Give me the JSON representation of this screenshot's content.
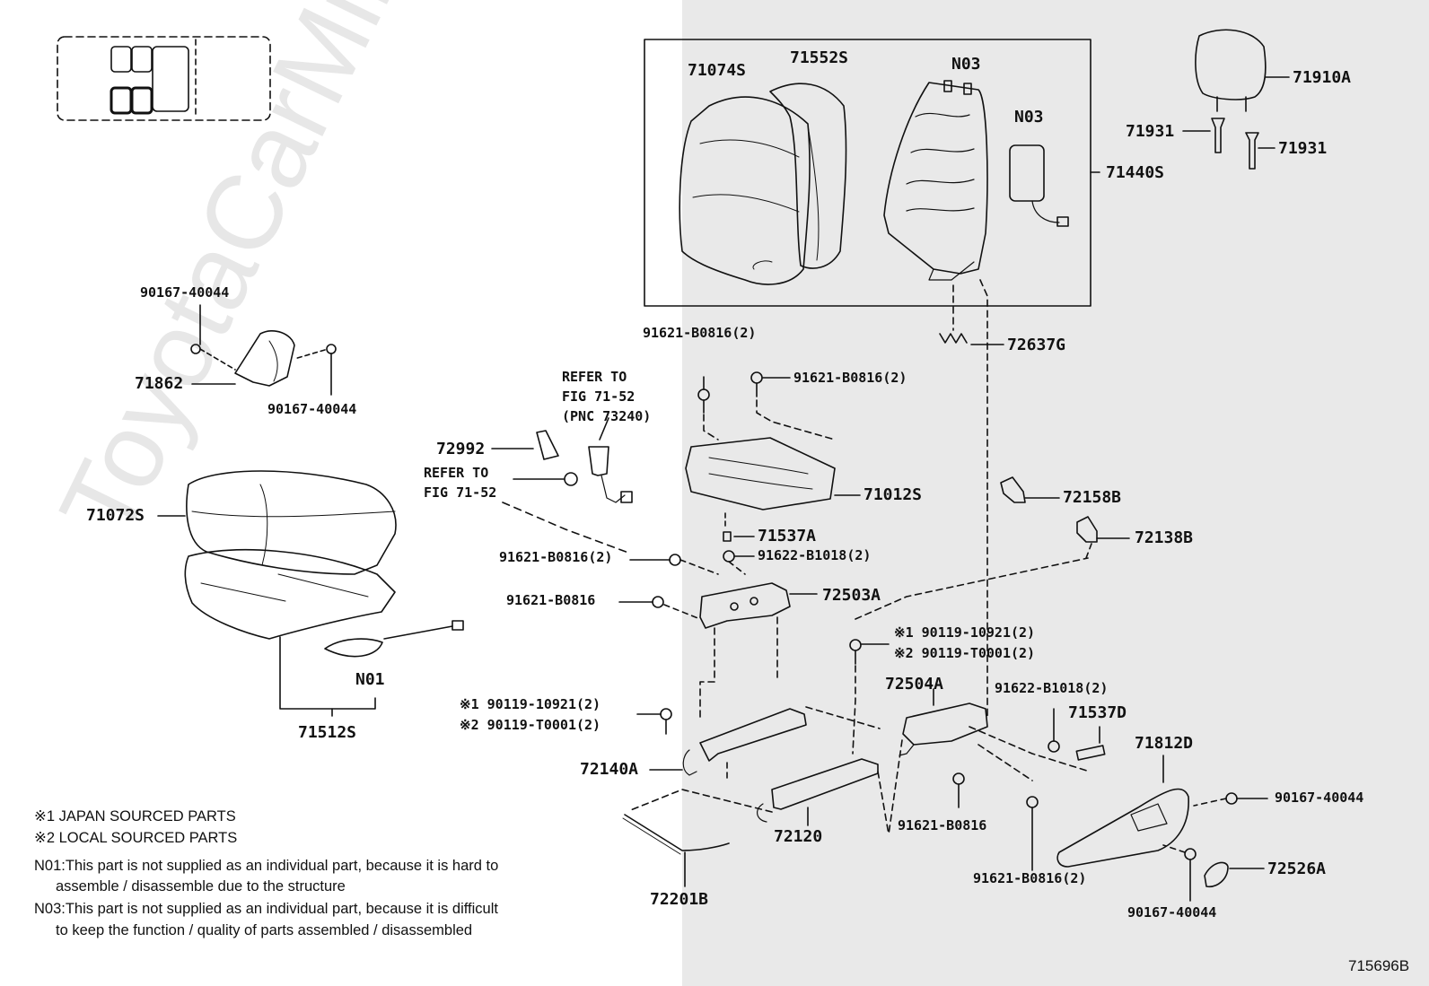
{
  "watermark": "ToyotaCarMine.ru",
  "figure_id": "715696B",
  "parts": {
    "p71074S": "71074S",
    "p71552S": "71552S",
    "n03_frame": "N03",
    "n03_airbag": "N03",
    "p71440S": "71440S",
    "p71910A": "71910A",
    "p71931_left": "71931",
    "p71931_right": "71931",
    "p72637G": "72637G",
    "b91621_top_left": "91621-B0816(2)",
    "b91621_top_right": "91621-B0816(2)",
    "p90167_top": "90167-40044",
    "p71862": "71862",
    "p90167_mid": "90167-40044",
    "p72992": "72992",
    "refer1_line1": "REFER TO",
    "refer1_line2": "FIG 71-52",
    "refer1_line3": "(PNC 73240)",
    "refer2_line1": "REFER TO",
    "refer2_line2": "FIG 71-52",
    "p71012S": "71012S",
    "p72158B": "72158B",
    "p71072S": "71072S",
    "p71537A": "71537A",
    "p72138B": "72138B",
    "b91621_left2": "91621-B0816(2)",
    "b91622_top": "91622-B1018(2)",
    "b91621_left1": "91621-B0816",
    "p72503A": "72503A",
    "b90119_r1": "※1 90119-10921(2)",
    "b90119_r2": "※2 90119-T0001(2)",
    "n01": "N01",
    "p72504A": "72504A",
    "b91622_right": "91622-B1018(2)",
    "b90119_l1": "※1 90119-10921(2)",
    "b90119_l2": "※2 90119-T0001(2)",
    "p71537D": "71537D",
    "p71512S": "71512S",
    "p71812D": "71812D",
    "p72140A": "72140A",
    "p90167_right": "90167-40044",
    "b91621_bottom_mid": "91621-B0816",
    "p72120": "72120",
    "p72526A": "72526A",
    "b91621_bottom_right": "91621-B0816(2)",
    "p72201B": "72201B",
    "p90167_bottom": "90167-40044"
  },
  "notes": {
    "n1": "※1 JAPAN SOURCED PARTS",
    "n2": "※2 LOCAL SOURCED PARTS",
    "n01_line1": "N01:This part is not supplied as an individual part, because it is hard to",
    "n01_line2": "assemble / disassemble due to the structure",
    "n03_line1": "N03:This part is not supplied as an individual part, because it is difficult",
    "n03_line2": "to keep the function / quality of parts assembled / disassembled"
  }
}
